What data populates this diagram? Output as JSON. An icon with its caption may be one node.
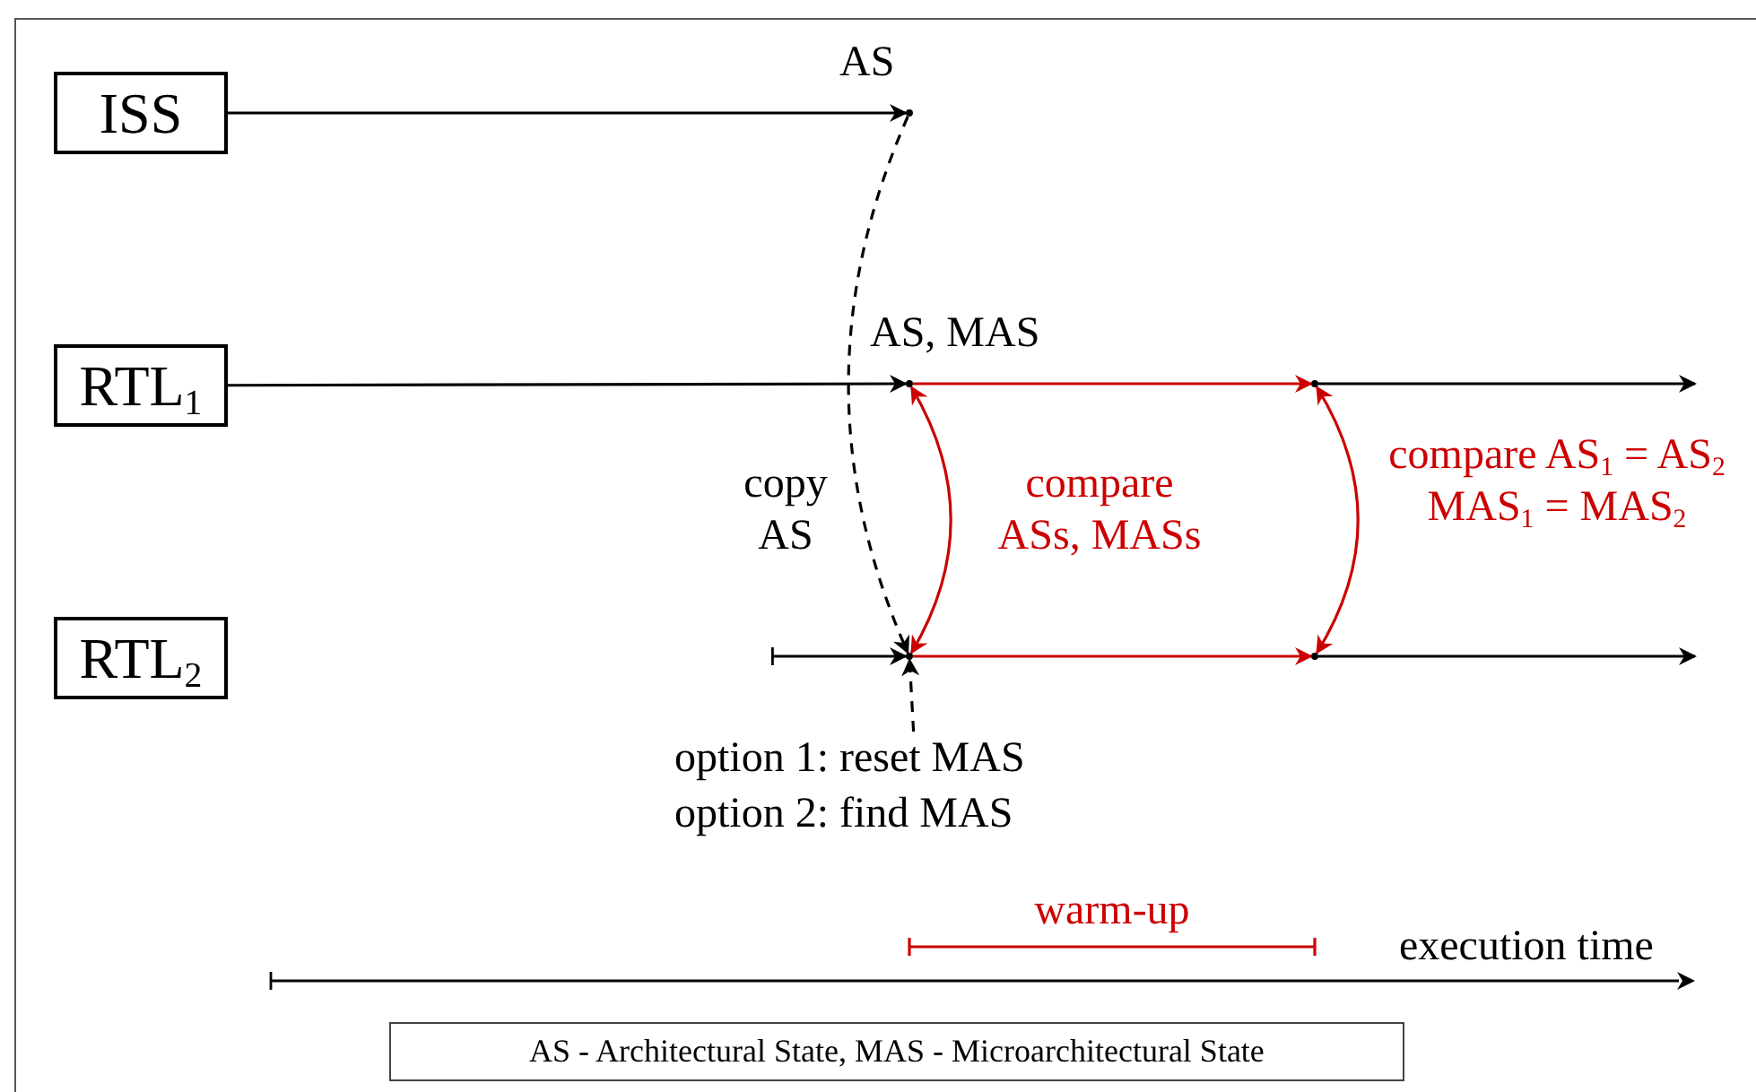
{
  "diagram": {
    "nodes": [
      {
        "text": [
          "ISS"
        ]
      },
      {
        "text": [
          "RTL$_{1}$"
        ]
      },
      {
        "text": [
          "RTL$_{2}$"
        ]
      },
      {
        "text": [],
        "shape": "point",
        "beside": [
          "AS"
        ]
      },
      {
        "text": [],
        "shape": "point",
        "beside": [
          "AS, MAS"
        ]
      },
      {
        "text": [],
        "shape": "point"
      },
      {
        "text": [],
        "shape": "point"
      },
      {
        "text": [],
        "shape": "point"
      },
      {
        "text": [
          "option 1: reset MAS",
          "option 2: find MAS"
        ]
      },
      {
        "text": [
          "AS - Architectural State, MAS - Microarchitectural State"
        ]
      }
    ],
    "edges": [
      {
        "from": 0,
        "to": 3,
        "arrow": "to"
      },
      {
        "from": 1,
        "to": 4,
        "arrow": "to"
      },
      {
        "from": 4,
        "to": 5,
        "arrow": "to",
        "color": "#cc0000"
      },
      {
        "from": 5,
        "to": null,
        "arrow": "to"
      },
      {
        "from": null,
        "to": 6,
        "arrow": "to"
      },
      {
        "from": 6,
        "to": 7,
        "arrow": "to",
        "color": "#cc0000"
      },
      {
        "from": 7,
        "to": null,
        "arrow": "to"
      },
      {
        "from": 3,
        "to": 6,
        "arrow": "to",
        "style": "dashed",
        "label": "copy AS"
      },
      {
        "from": 8,
        "to": 6,
        "arrow": "to",
        "style": "dashed"
      },
      {
        "from": 4,
        "to": 6,
        "arrow": "both",
        "color": "#cc0000",
        "label": "compare ASs, MASs"
      },
      {
        "from": 5,
        "to": 7,
        "arrow": "both",
        "color": "#cc0000",
        "label": "compare AS$_{1}$ = AS$_{2}$ MAS$_{1}$ = MAS$_{2}$"
      }
    ],
    "labels": [
      "warm-up",
      "execution time"
    ]
  }
}
